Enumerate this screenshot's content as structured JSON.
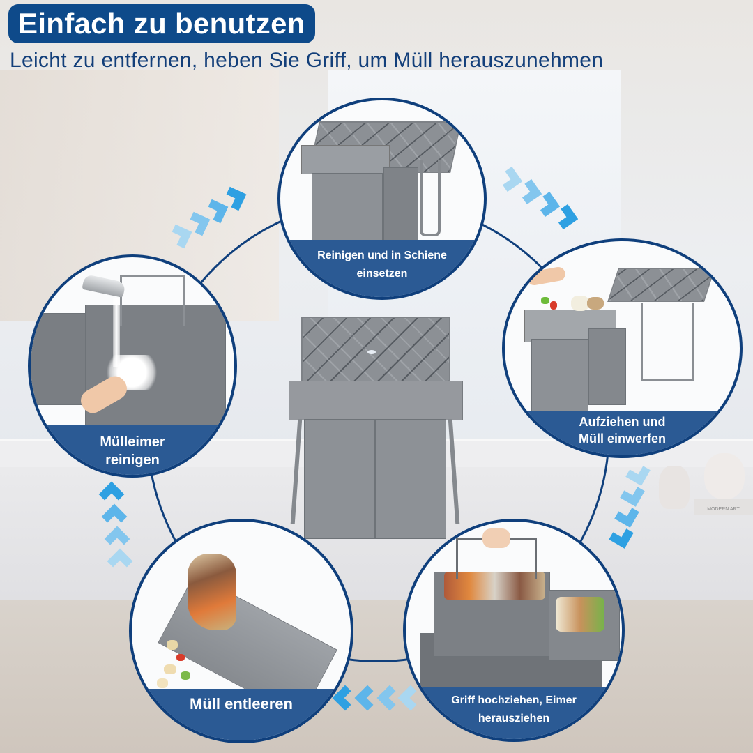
{
  "header": {
    "title": "Einfach zu benutzen",
    "subtitle": "Leicht zu entfernen, heben Sie Griff, um Müll herauszunehmen"
  },
  "steps": [
    {
      "position": "top",
      "label_line1": "Reinigen und in Schiene",
      "label_line2": "einsetzen",
      "image": "pull-out-bin-assembled"
    },
    {
      "position": "right",
      "label_line1": "Aufziehen und",
      "label_line2": "Müll einwerfen",
      "image": "drawer-pulled-out-with-food-waste"
    },
    {
      "position": "bottom-right",
      "label_line1": "Griff hochziehen, Eimer",
      "label_line2": "herausziehen",
      "image": "lifting-bucket-by-handle"
    },
    {
      "position": "bottom-left",
      "label_line1": "Müll entleeren",
      "label_line2": "",
      "image": "emptying-bucket"
    },
    {
      "position": "left",
      "label_line1": "Mülleimer",
      "label_line2": "reinigen",
      "image": "washing-bucket-under-tap"
    }
  ],
  "background_decor": {
    "book_text": "MODERN ART"
  },
  "colors": {
    "title_bg": "#0e4a8a",
    "title_text": "#ffffff",
    "subtitle_text": "#133f7a",
    "ring": "#0f3f7c",
    "label_band": "#2b5a94",
    "arrow_blue": "#1f9de0",
    "bin_gray": "#8d9196"
  }
}
